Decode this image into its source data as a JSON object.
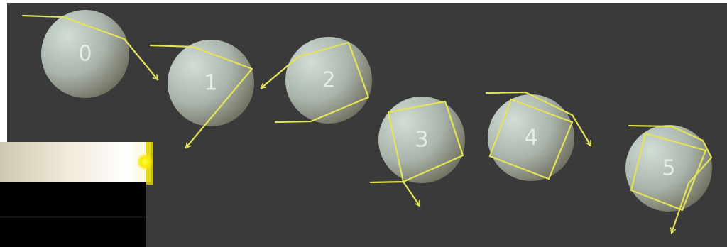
{
  "balls": [
    {
      "label": "0"
    },
    {
      "label": "1"
    },
    {
      "label": "2"
    },
    {
      "label": "3"
    },
    {
      "label": "4"
    },
    {
      "label": "5"
    }
  ],
  "colors": {
    "background": "#3a3a3a",
    "ball_highlight": "#c9d6d0",
    "ball_shadow": "#6b6a58",
    "ray": "#e3e35a",
    "beam_glow": "#ffee22"
  }
}
